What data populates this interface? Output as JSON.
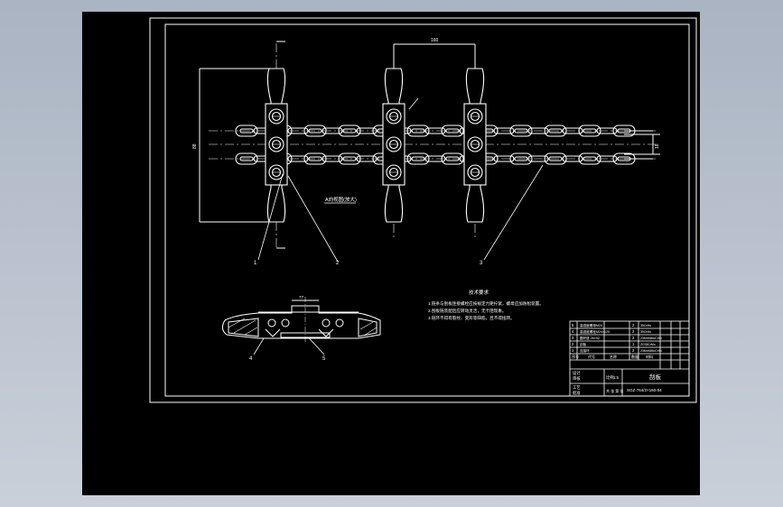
{
  "drawing": {
    "view_caption": "A向视图(放大)",
    "dim_top": "160",
    "dim_left": "88",
    "dim_right": "18",
    "dim_section": "77",
    "callouts": [
      "1",
      "2",
      "3",
      "4",
      "5"
    ],
    "tech_notes_title": "技术要求",
    "tech_notes": [
      "1.链条与刮板连接螺栓应按规定力矩拧紧，螺母应加防松装置。",
      "2.刮板链装配后应转动灵活，无卡阻现象。",
      "3.链环不得有裂纹、变形等缺陷，且不得扭转。"
    ]
  },
  "title_block": {
    "drawing_name": "刮板",
    "drawing_number": "SGZ-764/2×160-04",
    "part_rows": [
      {
        "no": "5",
        "name": "高强度螺母M24",
        "qty": "2",
        "material": "35CrMo"
      },
      {
        "no": "4",
        "name": "高强度螺栓M24×120",
        "qty": "2",
        "material": "35CrMo"
      },
      {
        "no": "3",
        "name": "圆环链 26×92",
        "qty": "2",
        "material": "23MnNiMoCr54"
      },
      {
        "no": "2",
        "name": "刮板",
        "qty": "1",
        "material": "ZG35CrMo"
      },
      {
        "no": "1",
        "name": "连接环",
        "qty": "2",
        "material": "23MnNiMoCr54"
      }
    ],
    "header": [
      "序号",
      "代号",
      "名称",
      "数量",
      "材料"
    ],
    "sign_labels": [
      "设计",
      "审核",
      "工艺",
      "批准"
    ],
    "scale_label": "比例",
    "scale_value": "1:5",
    "sheet_label": "共 张 第 张"
  }
}
